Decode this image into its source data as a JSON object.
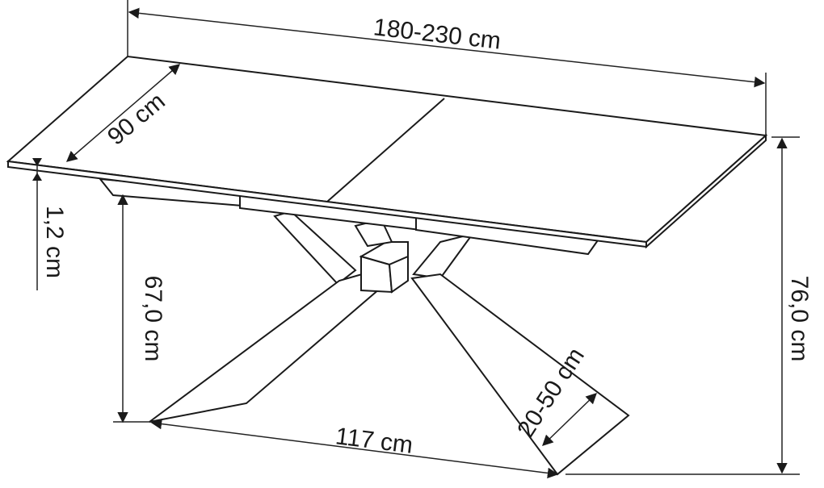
{
  "dimensions": {
    "length": "180-230 cm",
    "depth": "90 cm",
    "top_thickness": "1,2 cm",
    "underframe_height": "67,0 cm",
    "total_height": "76,0 cm",
    "base_span": "117 cm",
    "leg_width": "20-50 cm"
  }
}
